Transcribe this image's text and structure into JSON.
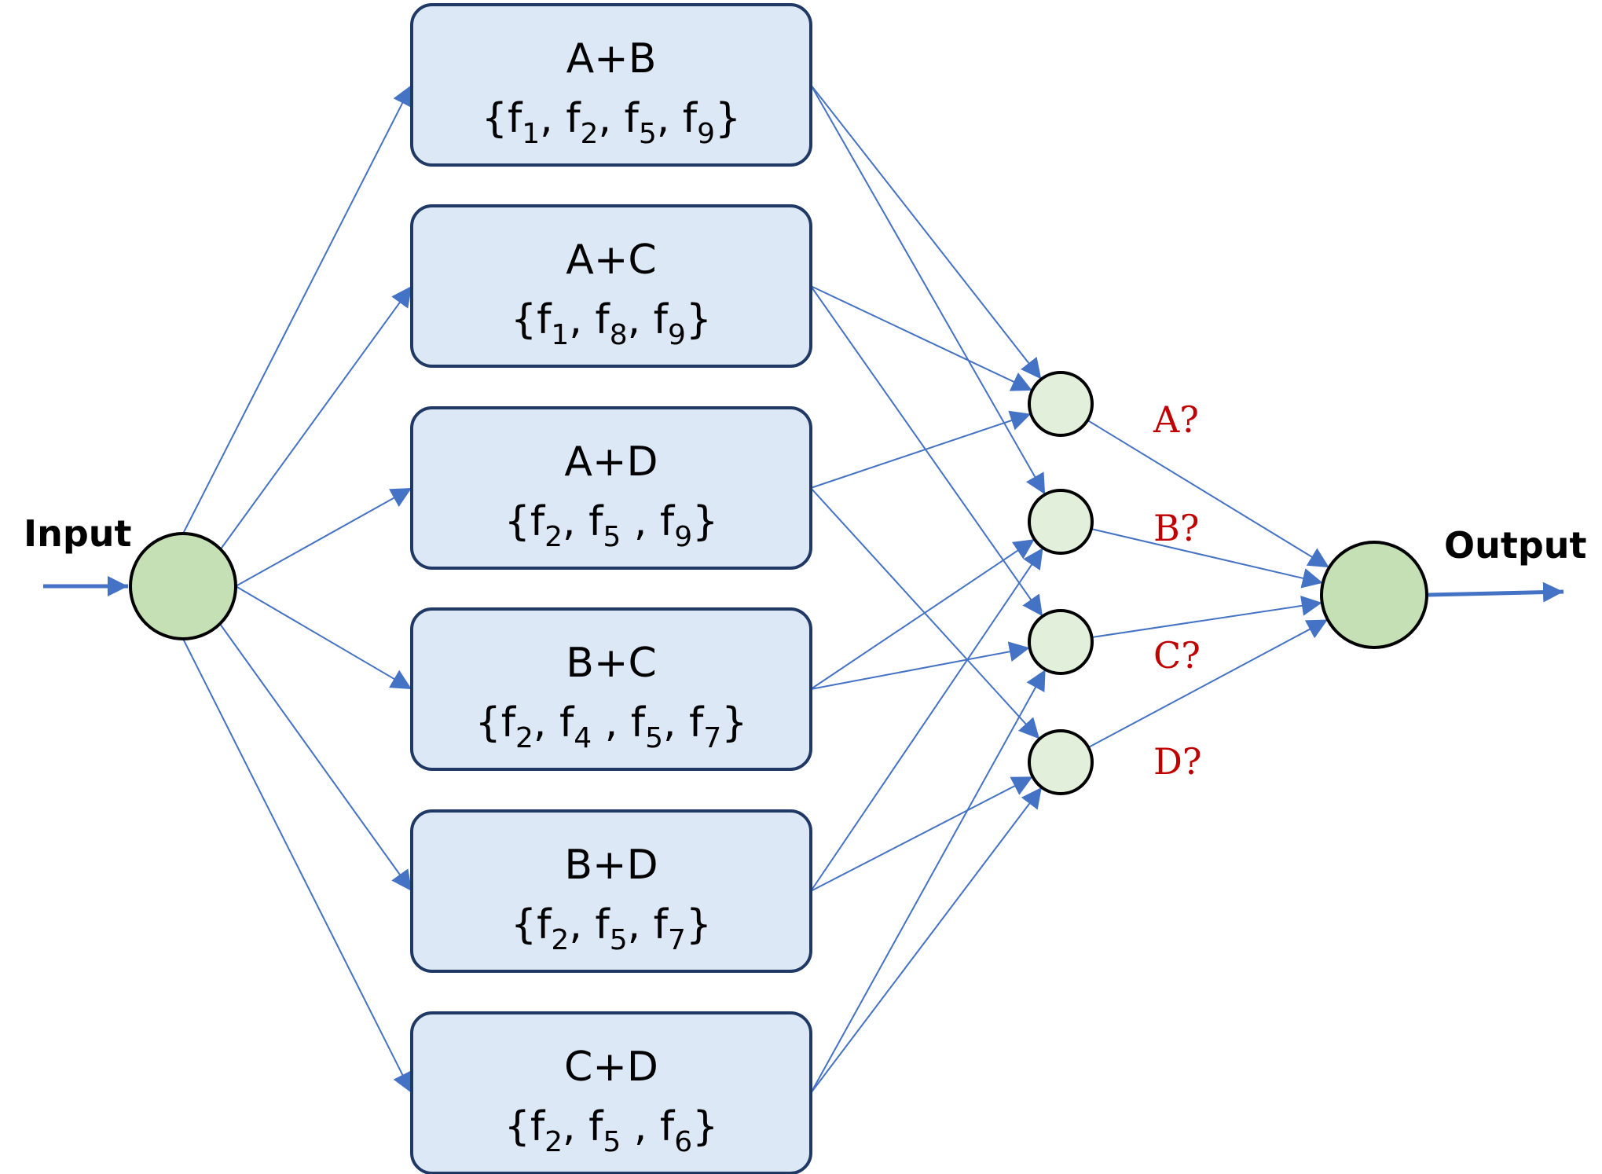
{
  "colors": {
    "line": "#4472c4",
    "box_fill": "#dce8f5",
    "box_stroke": "#1f3864",
    "node_fill_large": "#c5e0b4",
    "node_fill_small": "#e2efda",
    "node_stroke": "#000000",
    "class_label": "#c00000"
  },
  "labels": {
    "input": "Input",
    "output": "Output"
  },
  "boxes": [
    {
      "title": "A+B",
      "features": [
        {
          "b": "{f",
          "s": "1"
        },
        {
          "b": ", f",
          "s": "2"
        },
        {
          "b": ", f",
          "s": "5"
        },
        {
          "b": ", f",
          "s": "9"
        },
        {
          "b": "}",
          "s": ""
        }
      ]
    },
    {
      "title": "A+C",
      "features": [
        {
          "b": "{f",
          "s": "1"
        },
        {
          "b": ", f",
          "s": "8"
        },
        {
          "b": ", f",
          "s": "9"
        },
        {
          "b": "}",
          "s": ""
        }
      ]
    },
    {
      "title": "A+D",
      "features": [
        {
          "b": "{f",
          "s": "2"
        },
        {
          "b": ", f",
          "s": "5"
        },
        {
          "b": " , f",
          "s": "9"
        },
        {
          "b": "}",
          "s": ""
        }
      ]
    },
    {
      "title": "B+C",
      "features": [
        {
          "b": "{f",
          "s": "2"
        },
        {
          "b": ", f",
          "s": "4"
        },
        {
          "b": " , f",
          "s": "5"
        },
        {
          "b": ", f",
          "s": "7"
        },
        {
          "b": "}",
          "s": ""
        }
      ]
    },
    {
      "title": "B+D",
      "features": [
        {
          "b": "{f",
          "s": "2"
        },
        {
          "b": ", f",
          "s": "5"
        },
        {
          "b": ", f",
          "s": "7"
        },
        {
          "b": "}",
          "s": ""
        }
      ]
    },
    {
      "title": "C+D",
      "features": [
        {
          "b": "{f",
          "s": "2"
        },
        {
          "b": ", f",
          "s": "5"
        },
        {
          "b": " , f",
          "s": "6"
        },
        {
          "b": "}",
          "s": ""
        }
      ]
    }
  ],
  "classes": [
    "A?",
    "B?",
    "C?",
    "D?"
  ],
  "box_to_class_edges": [
    [
      0,
      0
    ],
    [
      0,
      1
    ],
    [
      1,
      0
    ],
    [
      1,
      2
    ],
    [
      2,
      0
    ],
    [
      2,
      3
    ],
    [
      3,
      1
    ],
    [
      3,
      2
    ],
    [
      4,
      1
    ],
    [
      4,
      3
    ],
    [
      5,
      2
    ],
    [
      5,
      3
    ]
  ]
}
